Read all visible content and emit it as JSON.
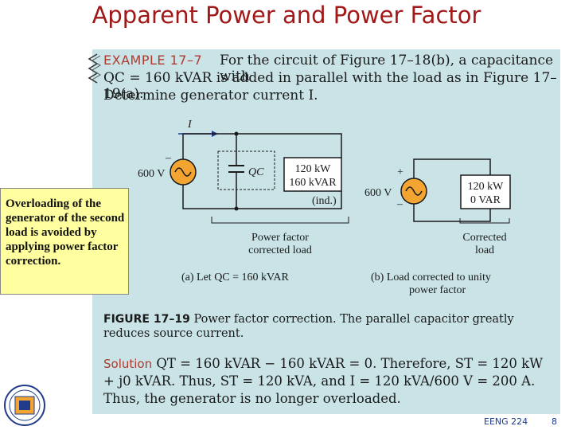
{
  "slide": {
    "title": "Apparent Power and Power Factor"
  },
  "example": {
    "heading": "EXAMPLE 17–7",
    "line1": "For the circuit of Figure 17–18(b), a capacitance with",
    "line2": "QC = 160 kVAR is added in parallel with the load as in Figure 17–19(a).",
    "line3": "Determine generator current I."
  },
  "circuit": {
    "current_label": "I",
    "source_a": "600 V",
    "source_b": "600 V",
    "cap_label": "QC",
    "load_a_line1": "120 kW",
    "load_a_line2": "160 kVAR",
    "load_a_ind": "(ind.)",
    "load_b_line1": "120 kW",
    "load_b_line2": "0 VAR",
    "plus": "+",
    "minus": "–",
    "minus_a": "–",
    "label_a_1": "Power factor",
    "label_a_2": "corrected load",
    "label_b_1": "Corrected",
    "label_b_2": "load",
    "caption_a": "(a) Let QC = 160 kVAR",
    "caption_b_1": "(b) Load corrected to unity",
    "caption_b_2": "power factor"
  },
  "callout": {
    "text": "Overloading of the generator of the second load is avoided by applying power factor correction."
  },
  "figure": {
    "label": "FIGURE 17–19",
    "text": "Power factor correction. The parallel capacitor greatly reduces source current."
  },
  "solution": {
    "label": "Solution",
    "text": "QT = 160 kVAR − 160 kVAR = 0. Therefore, ST = 120 kW + j0 kVAR. Thus, ST = 120 kVA, and I = 120 kVA/600 V = 200 A. Thus, the generator is no longer overloaded."
  },
  "footer": {
    "course": "EENG 224",
    "page": "8"
  },
  "colors": {
    "title": "#a01818",
    "panel": "#c9e3e7",
    "callout": "#ffffa0",
    "accent": "#b03a2e"
  }
}
